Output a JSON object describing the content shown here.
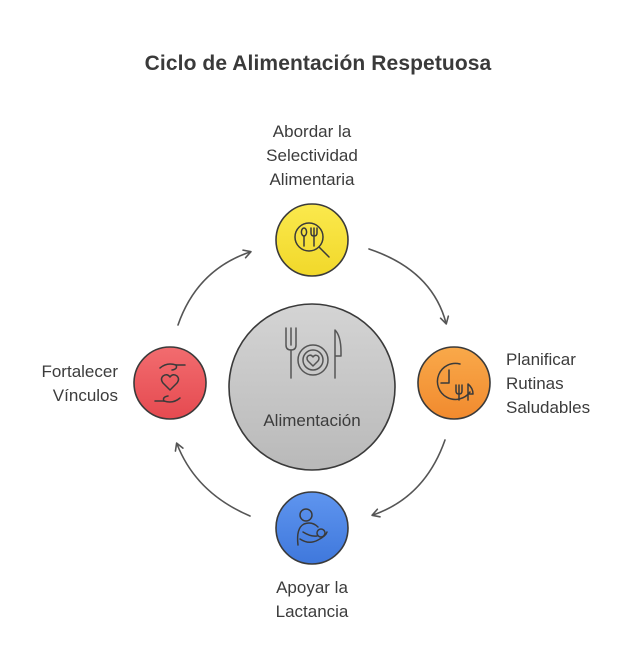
{
  "title": "Ciclo de Alimentación Respetuosa",
  "center": {
    "label": "Alimentación",
    "icon": "plate-cutlery-heart-icon"
  },
  "nodes": [
    {
      "id": "top",
      "lines": [
        "Abordar la",
        "Selectividad",
        "Alimentaria"
      ],
      "color": "#f7e33b",
      "icon": "cutlery-magnifier-icon"
    },
    {
      "id": "right",
      "lines": [
        "Planificar",
        "Rutinas",
        "Saludables"
      ],
      "color": "#f59a3c",
      "icon": "clock-cutlery-icon"
    },
    {
      "id": "bottom",
      "lines": [
        "Apoyar la",
        "Lactancia"
      ],
      "color": "#4f88e8",
      "icon": "breastfeeding-icon"
    },
    {
      "id": "left",
      "lines": [
        "Fortalecer",
        "Vínculos"
      ],
      "color": "#ee5b5f",
      "icon": "hands-heart-icon"
    }
  ],
  "colors": {
    "center_fill": "#c8c8c8",
    "stroke": "#3a3a3a",
    "arrow": "#555555"
  }
}
